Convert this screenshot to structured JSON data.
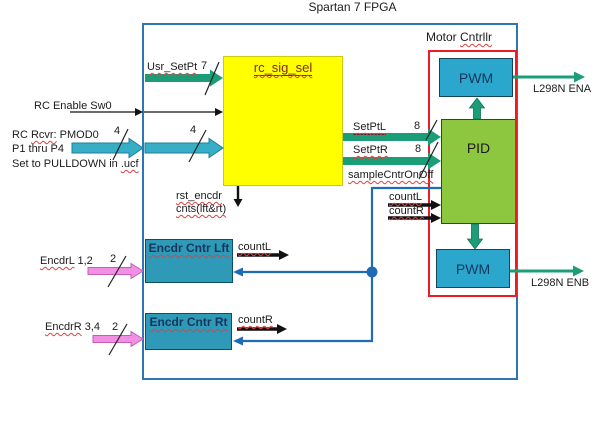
{
  "title": "Spartan 7 FPGA",
  "motor_controller": {
    "label_prefix": "Motor ",
    "label_main": "Cntrllr"
  },
  "blocks": {
    "rc_sig_sel": "rc_sig_sel",
    "pwm_top": "PWM",
    "pid": "PID",
    "pwm_bottom": "PWM",
    "encdr_cntr_lft": "Encdr Cntr Lft",
    "encdr_cntr_rt": "Encdr Cntr Rt"
  },
  "signals": {
    "usr_setpt": "Usr_SetPt",
    "usr_setpt_width": "7",
    "rc_enable": "RC Enable Sw0",
    "rc_rcvr_pre": "RC ",
    "rc_rcvr_word": "Rcvr:",
    "rc_rcvr_post": " PMOD0",
    "rc_rcvr_line2": "P1 thru P4",
    "pulldown_pre": "Set to PULLDOWN in ",
    "pulldown_ucf": ".ucf",
    "rc_bus_width": "4",
    "rst_encdr_line1": "rst_encdr",
    "rst_encdr_line2": "cnts(lft&rt)",
    "setptl": "SetPtL",
    "setptl_width": "8",
    "setptr": "SetPtR",
    "setptr_width": "8",
    "sample_cntr": "sampleCntrOnOff",
    "countl": "countL",
    "countr": "countR",
    "l298n_ena": "L298N ENA",
    "l298n_enb": "L298N ENB",
    "encdrl_name": "EncdrL",
    "encdrl_pins": " 1,2",
    "encdrr_name": "EncdrR",
    "encdrr_pins": " 3,4",
    "encdr_bus_width": "2"
  },
  "colors": {
    "fpga_border": "#2E75B6",
    "motor_controller_border": "#EC1C24",
    "rc_sig_sel_fill": "#FFFF00",
    "pid_fill": "#8DC63F",
    "pwm_fill": "#2BA6CC",
    "encoder_fill": "#2E9AB8",
    "arrow_green": "#1B9E77",
    "arrow_teal": "#38AEC6",
    "arrow_pink": "#F08FE3",
    "wire_blue": "#1F6CB4"
  }
}
